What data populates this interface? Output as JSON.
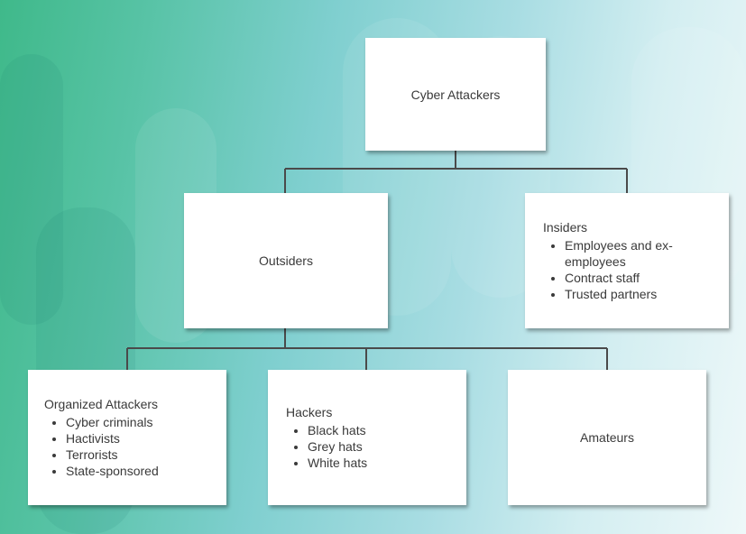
{
  "diagram": {
    "root": {
      "label": "Cyber Attackers"
    },
    "outsiders": {
      "label": "Outsiders"
    },
    "insiders": {
      "label": "Insiders",
      "items": [
        "Employees and ex-employees",
        "Contract staff",
        "Trusted partners"
      ]
    },
    "organized": {
      "label": "Organized Attackers",
      "items": [
        "Cyber criminals",
        "Hactivists",
        "Terrorists",
        "State-sponsored"
      ]
    },
    "hackers": {
      "label": "Hackers",
      "items": [
        "Black hats",
        "Grey hats",
        "White hats"
      ]
    },
    "amateurs": {
      "label": "Amateurs"
    }
  }
}
